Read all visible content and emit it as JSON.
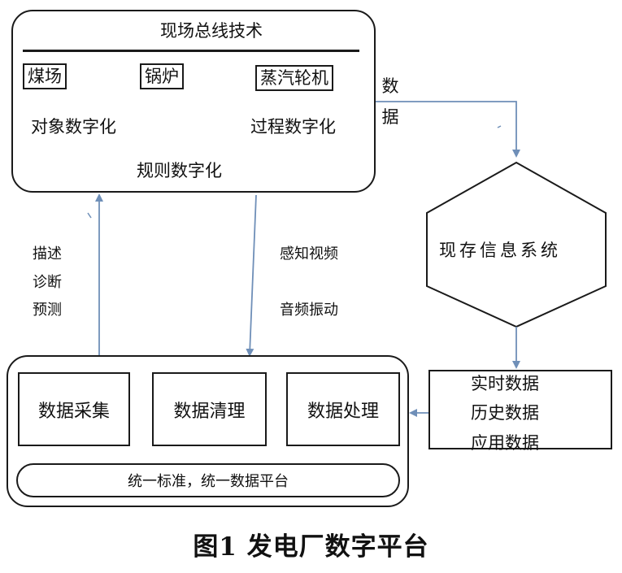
{
  "top_panel": {
    "title": "现场总线技术",
    "tag_coal": "煤场",
    "tag_boiler": "锅炉",
    "tag_turbine": "蒸汽轮机",
    "object_digital": "对象数字化",
    "process_digital": "过程数字化",
    "rule_digital": "规则数字化"
  },
  "data_label": [
    "数",
    "据"
  ],
  "left_labels": [
    "描述",
    "诊断",
    "预测"
  ],
  "middle_labels": [
    "感知视频",
    "音频振动"
  ],
  "hexagon_label": "现存信息系统",
  "data_box": [
    "实时数据",
    "历史数据",
    "应用数据"
  ],
  "bottom_panel": {
    "collect": "数据采集",
    "clean": "数据清理",
    "process": "数据处理",
    "standard": "统一标准，统一数据平台"
  },
  "caption": "图1  发电厂数字平台",
  "colors": {
    "arrow": "#6f8fb8",
    "line": "#1a1a1a"
  }
}
